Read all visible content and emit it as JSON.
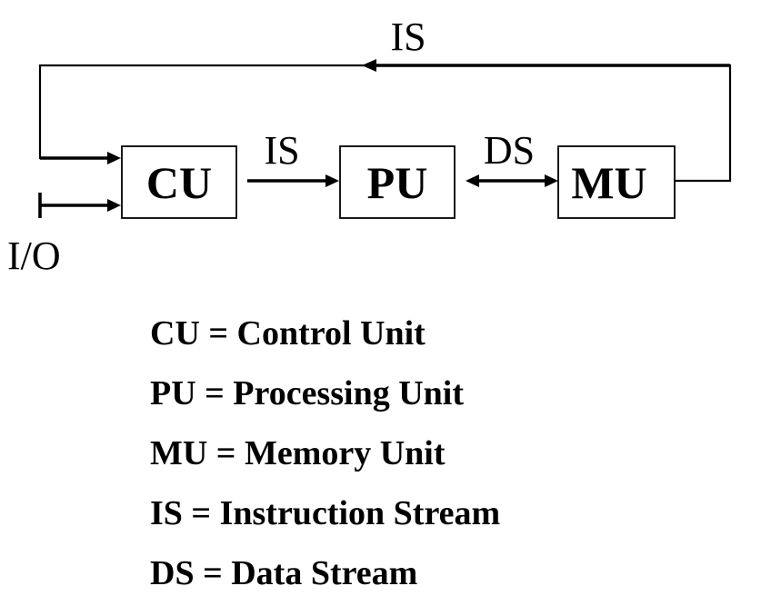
{
  "diagram": {
    "units": {
      "cu": "CU",
      "pu": "PU",
      "mu": "MU"
    },
    "streams": {
      "feedback_label": "IS",
      "cu_pu_label": "IS",
      "pu_mu_label": "DS",
      "io_label": "I/O"
    }
  },
  "legend": {
    "items": [
      "CU = Control Unit",
      "PU = Processing Unit",
      "MU = Memory Unit",
      "IS = Instruction Stream",
      "DS = Data Stream"
    ]
  }
}
